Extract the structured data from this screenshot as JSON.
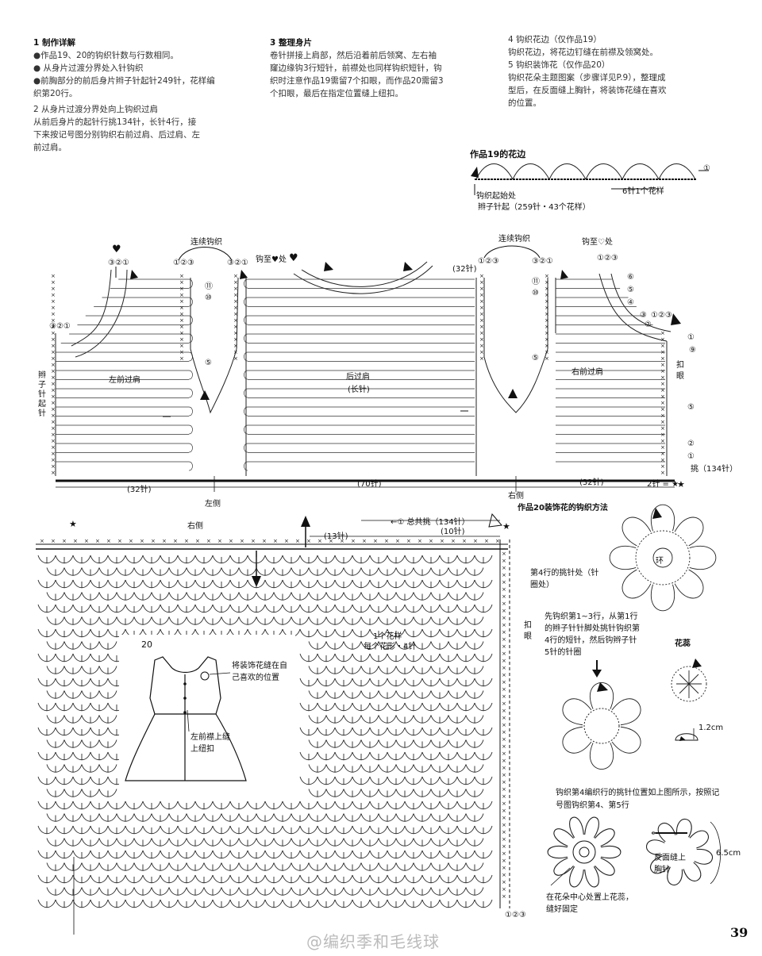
{
  "steps": {
    "s1_title": "1 制作详解",
    "s1_lines": [
      "●作品19、20的钩织针数与行数相同。",
      "● 从身片过渡分界处入针钩织",
      "●前胸部分的前后身片辫子针起针249针，花样编",
      "织第20行。"
    ],
    "s2_lines": [
      "2 从身片过渡分界处向上钩织过肩",
      "从前后身片的起针行挑134针，长针4行，接",
      "下来按记号图分别钩织右前过肩、后过肩、左",
      "前过肩。"
    ],
    "s3_title": "3 整理身片",
    "s3_lines": [
      "卷针拼接上肩部，然后沿着前后领窝、左右袖",
      "窿边缘钩3行短针，前襟处也同样钩织短针，钩",
      "织时注意作品19需留7个扣眼，而作品20需留3",
      "个扣眼，最后在指定位置缝上纽扣。"
    ],
    "s4_lines": [
      "4 钩织花边（仅作品19）",
      "钩织花边，将花边钉缝在前襟及领窝处。"
    ],
    "s5_lines": [
      "5 钩织装饰花（仅作品20）",
      "钩织花朵主题图案（步骤详见P.9），整理成",
      "型后，在反面缝上胸针，将装饰花缝在喜欢",
      "的位置。"
    ]
  },
  "edging": {
    "title": "作品19的花边",
    "start": "钩织起始处",
    "chain": "辫子针起（259针・43个花样）",
    "repeat": "6针1个花样",
    "row": "①"
  },
  "yoke": {
    "cont1": "连续钩织",
    "cont2": "连续钩织",
    "hook_to_heart": "钩至♥处",
    "hook_to_oheart": "钩至♡处",
    "stitches_32": "(32针)",
    "left_front": "左前过肩",
    "back_title": "后过肩",
    "back_sub": "(长针)",
    "right_front": "右前过肩",
    "side_label": "左侧",
    "right_side": "右侧",
    "count_left": "(32针)",
    "count_mid": "(70针)",
    "count_right": "(32针)",
    "pick_up": "挑（134针）",
    "two_st": "2针 = ★",
    "buttonhole": "扣眼",
    "vert_label": "辫子针起针",
    "row_num_a": "⑪",
    "row_num_b": "⑩",
    "row_num_c": "⑤",
    "row_nums_right": [
      "⑥",
      "⑤",
      "④",
      "③",
      "②",
      "①",
      "⑨",
      "⑤",
      "②",
      "①"
    ],
    "labels_123": "①②③",
    "labels_321": "③②①"
  },
  "body": {
    "right_side": "右侧",
    "total_pick": "←① 总共挑（134针）",
    "st13": "(13针)",
    "st10": "(10针)",
    "buttonhole": "扣眼",
    "repeat_a": "1个花样",
    "repeat_b": "每个花形・4针",
    "labels_bottom": "①②③",
    "num_20": "20"
  },
  "dress": {
    "flower_note": "将装饰花缝在自己喜欢的位置",
    "button_note": "左前襟上缝上纽扣"
  },
  "flower": {
    "title": "作品20装饰花的钩织方法",
    "row4_note": "第4行的挑针处（针圈处）",
    "seq_note": "先钩织第1~3行，从第1行的辫子针针脚处挑针钩织第4行的短针，然后钩辫子针5针的针圈",
    "stamen_title": "花蕊",
    "stamen_size": "1.2cm",
    "pick_note": "钩织第4编织行的挑针位置如上图所示，按照记号图钩织第4、第5行",
    "center_note": "在花朵中心处置上花蕊，缝好固定",
    "brooch_note": "反面缝上胸针",
    "size": "6.5cm",
    "ring": "环"
  },
  "footer": {
    "page": "39",
    "watermark": "@编织季和毛线球"
  }
}
